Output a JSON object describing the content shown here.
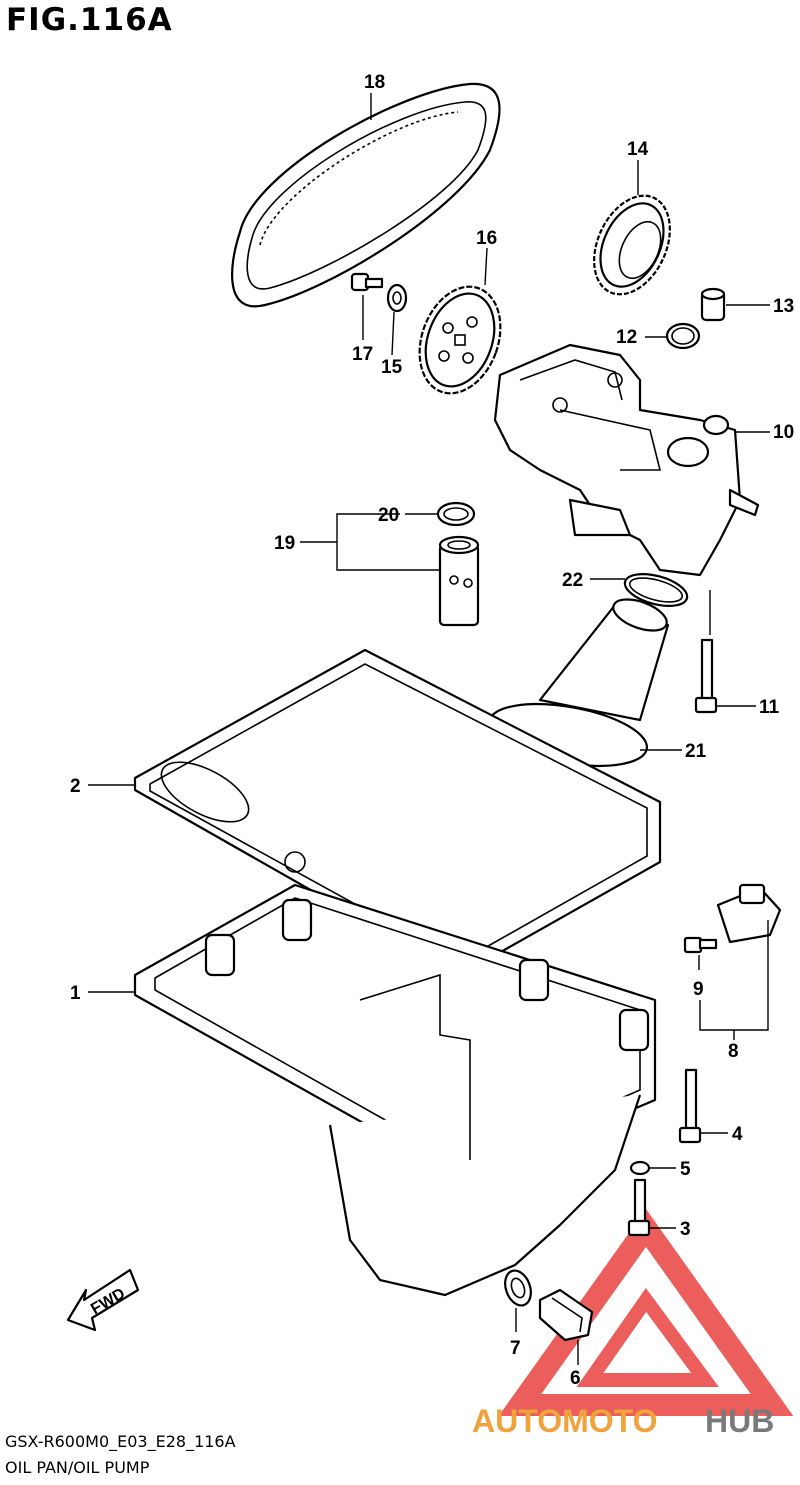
{
  "figure": {
    "title": "FIG.116A",
    "model_code": "GSX-R600M0_E03_E28_116A",
    "caption": "OIL PAN/OIL PUMP"
  },
  "callouts": [
    "1",
    "2",
    "3",
    "4",
    "5",
    "6",
    "7",
    "8",
    "9",
    "10",
    "11",
    "12",
    "13",
    "14",
    "15",
    "16",
    "17",
    "18",
    "19",
    "20",
    "21",
    "22"
  ],
  "watermark": {
    "part1": "AUTOMOTO",
    "part2": "HUB",
    "color_primary": "#e8433f",
    "color_secondary": "#f0a23c",
    "color_tertiary": "#7a7a7a"
  },
  "fwd_badge": "FWD"
}
